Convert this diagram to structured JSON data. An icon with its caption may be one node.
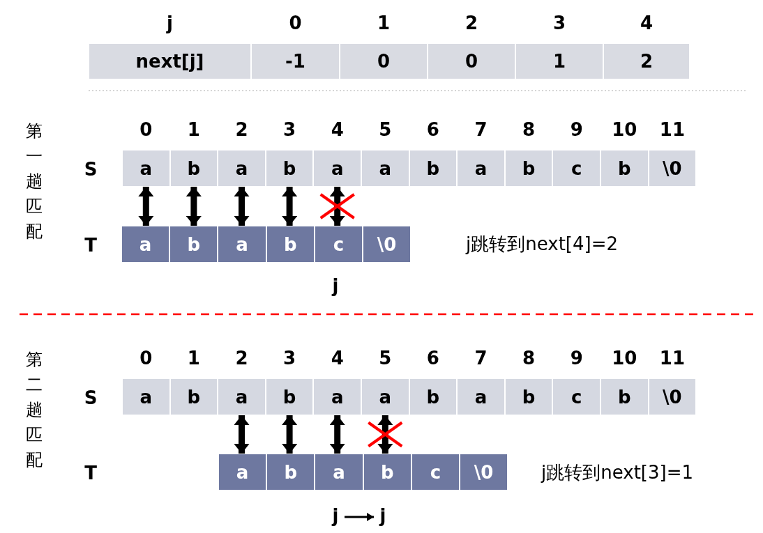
{
  "diagram": {
    "nodes": [
      {
        "text": [
          "a"
        ]
      },
      {
        "text": [
          "b"
        ]
      },
      {
        "text": [
          "a"
        ]
      },
      {
        "text": [
          "b"
        ]
      },
      {
        "text": [
          "a"
        ]
      },
      {
        "text": [
          "a"
        ]
      },
      {
        "text": [
          "b"
        ]
      },
      {
        "text": [
          "a"
        ]
      },
      {
        "text": [
          "b"
        ]
      },
      {
        "text": [
          "c"
        ]
      },
      {
        "text": [
          "b"
        ]
      },
      {
        "text": [
          "\\0"
        ]
      },
      {
        "text": [
          "a"
        ]
      },
      {
        "text": [
          "b"
        ]
      },
      {
        "text": [
          "a"
        ]
      },
      {
        "text": [
          "b"
        ]
      },
      {
        "text": [
          "c"
        ]
      },
      {
        "text": [
          "\\0"
        ]
      },
      {
        "text": [
          "a"
        ]
      },
      {
        "text": [
          "b"
        ]
      },
      {
        "text": [
          "a"
        ]
      },
      {
        "text": [
          "b"
        ]
      },
      {
        "text": [
          "a"
        ]
      },
      {
        "text": [
          "a"
        ]
      },
      {
        "text": [
          "b"
        ]
      },
      {
        "text": [
          "a"
        ]
      },
      {
        "text": [
          "b"
        ]
      },
      {
        "text": [
          "c"
        ]
      },
      {
        "text": [
          "b"
        ]
      },
      {
        "text": [
          "\\0"
        ]
      },
      {
        "text": [
          "a"
        ]
      },
      {
        "text": [
          "b"
        ]
      },
      {
        "text": [
          "a"
        ]
      },
      {
        "text": [
          "b"
        ]
      },
      {
        "text": [
          "c"
        ]
      },
      {
        "text": [
          "\\0"
        ]
      },
      {
        "text": [
          "j"
        ]
      },
      {
        "text": [
          "j"
        ]
      }
    ],
    "edges": [
      {
        "from": 0,
        "to": 12,
        "arrow": "both"
      },
      {
        "from": 1,
        "to": 13,
        "arrow": "both"
      },
      {
        "from": 2,
        "to": 14,
        "arrow": "both"
      },
      {
        "from": 3,
        "to": 15,
        "arrow": "both"
      },
      {
        "from": 4,
        "to": 16,
        "arrow": "both"
      },
      {
        "from": 20,
        "to": 30,
        "arrow": "both"
      },
      {
        "from": 21,
        "to": 31,
        "arrow": "both"
      },
      {
        "from": 22,
        "to": 32,
        "arrow": "both"
      },
      {
        "from": 23,
        "to": 33,
        "arrow": "both"
      },
      {
        "from": 36,
        "to": 37,
        "arrow": "to"
      }
    ],
    "labels": [
      "j",
      "0",
      "1",
      "2",
      "3",
      "4",
      "next[j]",
      "-1",
      "0",
      "0",
      "1",
      "2",
      "第一趟匹配",
      "0",
      "1",
      "2",
      "3",
      "4",
      "5",
      "6",
      "7",
      "8",
      "9",
      "10",
      "11",
      "S",
      "T",
      "j跳转到next[4]=2",
      "j",
      "第二趟匹配",
      "0",
      "1",
      "2",
      "3",
      "4",
      "5",
      "6",
      "7",
      "8",
      "9",
      "10",
      "11",
      "S",
      "T",
      "j跳转到next[3]=1"
    ]
  }
}
